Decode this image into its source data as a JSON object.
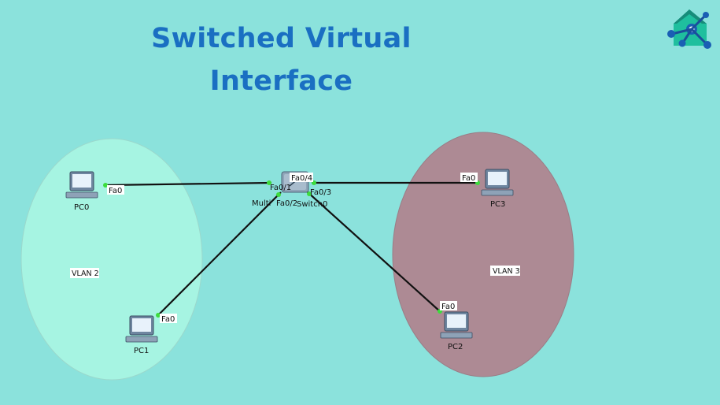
{
  "title": {
    "line1": "Switched Virtual",
    "line2": "Interface"
  },
  "switch": {
    "name": "Switch0",
    "model_label": "Multi"
  },
  "vlans": [
    {
      "label": "VLAN 2"
    },
    {
      "label": "VLAN 3"
    }
  ],
  "pcs": [
    {
      "name": "PC0",
      "port": "Fa0"
    },
    {
      "name": "PC1",
      "port": "Fa0"
    },
    {
      "name": "PC2",
      "port": "Fa0"
    },
    {
      "name": "PC3",
      "port": "Fa0"
    }
  ],
  "switch_ports": [
    "Fa0/1",
    "Fa0/2",
    "Fa0/3",
    "Fa0/4"
  ],
  "colors": {
    "background": "#8be2dc",
    "title": "#1a6fc2",
    "vlan2_fill": "#a6f4e2",
    "vlan3_fill": "#ad8a94",
    "link": "#111111",
    "port_dot": "#3ddc3d"
  },
  "icons": {
    "pc": "desktop-computer-icon",
    "switch": "multilayer-switch-icon",
    "logo": "network-house-logo-icon"
  }
}
